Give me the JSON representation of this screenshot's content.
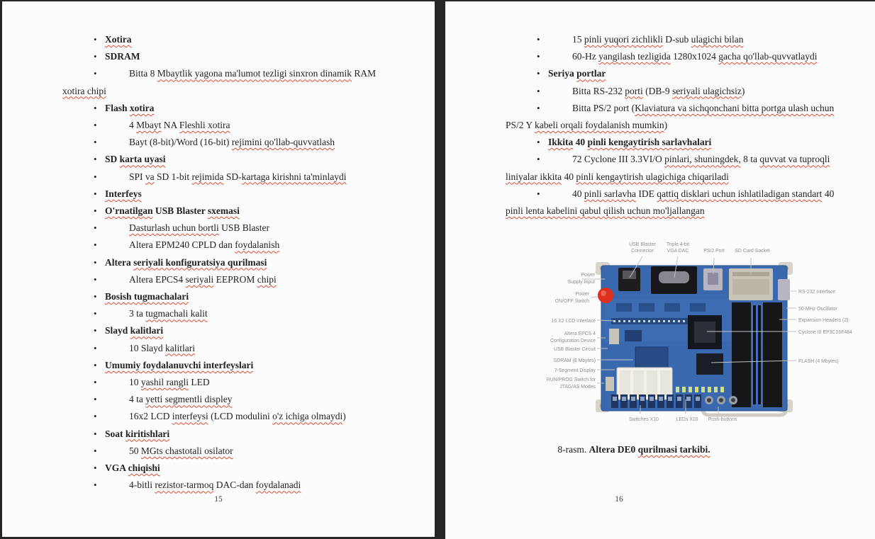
{
  "colors": {
    "background": "#262626",
    "page": "#fcfcfc",
    "text": "#212121",
    "spellcheck_underline": "#e14b32",
    "figure_label_gray": "#8f8f8f",
    "board_blue": "#3a68ae"
  },
  "pages": {
    "left": {
      "number": "15",
      "lines": [
        {
          "k": "h",
          "p": [
            {
              "t": "Xotira",
              "u": true
            }
          ]
        },
        {
          "k": "h",
          "p": [
            {
              "t": "SDRAM"
            }
          ]
        },
        {
          "k": "s",
          "p": [
            {
              "t": "Bitta 8 "
            },
            {
              "t": "Mbaytlik yagona ma'lumot tezligi sinxron dinamik",
              "u": true
            },
            {
              "t": " RAM"
            }
          ]
        },
        {
          "k": "c",
          "p": [
            {
              "t": "xotira chipi",
              "u": true
            }
          ]
        },
        {
          "k": "h",
          "p": [
            {
              "t": "Flash "
            },
            {
              "t": "xotira",
              "u": true
            }
          ]
        },
        {
          "k": "s",
          "p": [
            {
              "t": "4 "
            },
            {
              "t": "Mbayt",
              "u": true
            },
            {
              "t": " NA "
            },
            {
              "t": "Fleshli xotira",
              "u": true
            }
          ]
        },
        {
          "k": "s",
          "p": [
            {
              "t": "Bayt (8-bit)/Word (16-bit) "
            },
            {
              "t": "rejimini qo'llab-quvvatlash",
              "u": true
            }
          ]
        },
        {
          "k": "h",
          "p": [
            {
              "t": "SD "
            },
            {
              "t": "karta uyasi",
              "u": true
            }
          ]
        },
        {
          "k": "s",
          "p": [
            {
              "t": "SPI "
            },
            {
              "t": "va",
              "u": true
            },
            {
              "t": " SD 1-bit "
            },
            {
              "t": "rejimida",
              "u": true
            },
            {
              "t": " SD-"
            },
            {
              "t": "kartaga kirishni ta'minlaydi",
              "u": true
            }
          ]
        },
        {
          "k": "h",
          "p": [
            {
              "t": "Interfeys",
              "u": true
            }
          ]
        },
        {
          "k": "h",
          "p": [
            {
              "t": "O'rnatilgan",
              "u": true
            },
            {
              "t": " USB Blaster "
            },
            {
              "t": "sxemasi",
              "u": true
            }
          ]
        },
        {
          "k": "s",
          "p": [
            {
              "t": "Dasturlash uchun bortli",
              "u": true
            },
            {
              "t": " USB Blaster"
            }
          ]
        },
        {
          "k": "s",
          "p": [
            {
              "t": "Altera EPM240 CPLD dan "
            },
            {
              "t": "foydalanish",
              "u": true
            }
          ]
        },
        {
          "k": "h",
          "p": [
            {
              "t": "Altera "
            },
            {
              "t": "seriyali konfiguratsiya qurilmasi",
              "u": true
            }
          ]
        },
        {
          "k": "s",
          "p": [
            {
              "t": "Altera EPCS4 "
            },
            {
              "t": "seriyali",
              "u": true
            },
            {
              "t": " EEPROM "
            },
            {
              "t": "chipi",
              "u": true
            }
          ]
        },
        {
          "k": "h",
          "p": [
            {
              "t": "Bosish tugmachalari",
              "u": true
            }
          ]
        },
        {
          "k": "s",
          "p": [
            {
              "t": "3 ta "
            },
            {
              "t": "tugmachali kalit",
              "u": true
            }
          ]
        },
        {
          "k": "h",
          "p": [
            {
              "t": "Slayd "
            },
            {
              "t": "kalitlari",
              "u": true
            }
          ]
        },
        {
          "k": "s",
          "p": [
            {
              "t": "10 Slayd "
            },
            {
              "t": "kalitlari",
              "u": true
            }
          ]
        },
        {
          "k": "h",
          "p": [
            {
              "t": "Umumiy foydalanuvchi interfeyslari",
              "u": true
            }
          ]
        },
        {
          "k": "s",
          "p": [
            {
              "t": "10 "
            },
            {
              "t": "yashil rangli",
              "u": true
            },
            {
              "t": " LED"
            }
          ]
        },
        {
          "k": "s",
          "p": [
            {
              "t": "4 ta "
            },
            {
              "t": "yetti segmentli displey",
              "u": true
            }
          ]
        },
        {
          "k": "s",
          "p": [
            {
              "t": "16x2 LCD "
            },
            {
              "t": "interfeysi",
              "u": true
            },
            {
              "t": " (LCD modulini "
            },
            {
              "t": "o'z ichiga olmaydi",
              "u": true
            },
            {
              "t": ")"
            }
          ]
        },
        {
          "k": "h",
          "p": [
            {
              "t": "Soat "
            },
            {
              "t": "kiritishlari",
              "u": true
            }
          ]
        },
        {
          "k": "s",
          "p": [
            {
              "t": "50 "
            },
            {
              "t": "MGts chastotali osilator",
              "u": true
            }
          ]
        },
        {
          "k": "h",
          "p": [
            {
              "t": "VGA "
            },
            {
              "t": "chiqishi",
              "u": true
            }
          ]
        },
        {
          "k": "s",
          "p": [
            {
              "t": "4-bitli "
            },
            {
              "t": "rezistor-tarmoq",
              "u": true
            },
            {
              "t": " DAC-dan "
            },
            {
              "t": "foydalanadi",
              "u": true
            }
          ]
        }
      ]
    },
    "right": {
      "number": "16",
      "lines": [
        {
          "k": "s",
          "p": [
            {
              "t": "15 "
            },
            {
              "t": "pinli yuqori zichlikli",
              "u": true
            },
            {
              "t": " D-sub "
            },
            {
              "t": "ulagichi bilan",
              "u": true
            }
          ]
        },
        {
          "k": "s",
          "p": [
            {
              "t": "60-Hz "
            },
            {
              "t": "yangilash tezligida",
              "u": true
            },
            {
              "t": " 1280x1024 "
            },
            {
              "t": "gacha qo'llab-quvvatlaydi",
              "u": true
            }
          ]
        },
        {
          "k": "h",
          "p": [
            {
              "t": "Seriya "
            },
            {
              "t": "portlar",
              "u": true
            }
          ]
        },
        {
          "k": "s",
          "p": [
            {
              "t": "Bitta RS-232 "
            },
            {
              "t": "porti",
              "u": true
            },
            {
              "t": " (DB-9 "
            },
            {
              "t": "seriyali ulagichsiz",
              "u": true
            },
            {
              "t": ")"
            }
          ]
        },
        {
          "k": "s",
          "p": [
            {
              "t": "Bitta PS/2 port ("
            },
            {
              "t": "Klaviatura va sichqonchani bitta portga ulash uchun",
              "u": true
            }
          ]
        },
        {
          "k": "c",
          "p": [
            {
              "t": "PS/2 Y "
            },
            {
              "t": "kabeli orqali foydalanish mumkin",
              "u": true
            },
            {
              "t": ")"
            }
          ]
        },
        {
          "k": "h",
          "p": [
            {
              "t": "Ikkita",
              "u": true
            },
            {
              "t": " 40 "
            },
            {
              "t": "pinli kengaytirish sarlavhalari",
              "u": true
            }
          ]
        },
        {
          "k": "s",
          "p": [
            {
              "t": "72 Cyclone III 3.3VI/O "
            },
            {
              "t": "pinlari, shuningdek,",
              "u": true
            },
            {
              "t": " 8 ta "
            },
            {
              "t": "quvvat va tuproqli",
              "u": true
            }
          ]
        },
        {
          "k": "c",
          "p": [
            {
              "t": "liniyalar ikkita",
              "u": true
            },
            {
              "t": " 40 "
            },
            {
              "t": "pinli kengaytirish ulagichiga chiqariladi",
              "u": true
            }
          ]
        },
        {
          "k": "s",
          "p": [
            {
              "t": "40 "
            },
            {
              "t": "pinli sarlavha",
              "u": true
            },
            {
              "t": " IDE "
            },
            {
              "t": "qattiq disklari uchun ishlatiladigan standart",
              "u": true
            },
            {
              "t": " 40"
            }
          ]
        },
        {
          "k": "c",
          "p": [
            {
              "t": "pinli lenta kabelini qabul qilish uchun mo'ljallangan",
              "u": true
            }
          ]
        }
      ]
    }
  },
  "figure": {
    "caption": [
      {
        "t": "8-rasm. "
      },
      {
        "t": "Altera DE0 ",
        "b": true
      },
      {
        "t": "qurilmasi tarkibi.",
        "b": true,
        "u": true
      }
    ],
    "labels": {
      "usb_blaster_1": "USB Blaster",
      "usb_blaster_2": "Connector",
      "vga_dac_1": "Triple 4-bit",
      "vga_dac_2": "VGA DAC",
      "ps2": "PS/2 Port",
      "sd_card": "SD Card Socket",
      "power_supply_1": "Power",
      "power_supply_2": "Supply Input",
      "power_switch_1": "Power",
      "power_switch_2": "ON/OFF Switch",
      "lcd": "16 X2 LCD Interface",
      "epcs_1": "Altera EPCS 4",
      "epcs_2": "Configuration Device",
      "usb_circuit": "USB Blaster Circuit",
      "sdram": "SDRAM (8 Mbytes)",
      "seven_seg": "7-Segment Display",
      "runprog_1": "RUN/PROG Switch for",
      "runprog_2": "JTAG/AS Modes",
      "rs232": "RS-232 Interface",
      "oscillator": "50-MHz Oscillator",
      "expansion": "Expansion Headers (2)",
      "cyclone": "Cyclone III EP3C16F484",
      "flash": "FLASH (4 Mbytes)",
      "switches": "Switches X10",
      "leds": "LEDs X10",
      "push_buttons": "Push-buttons"
    }
  }
}
